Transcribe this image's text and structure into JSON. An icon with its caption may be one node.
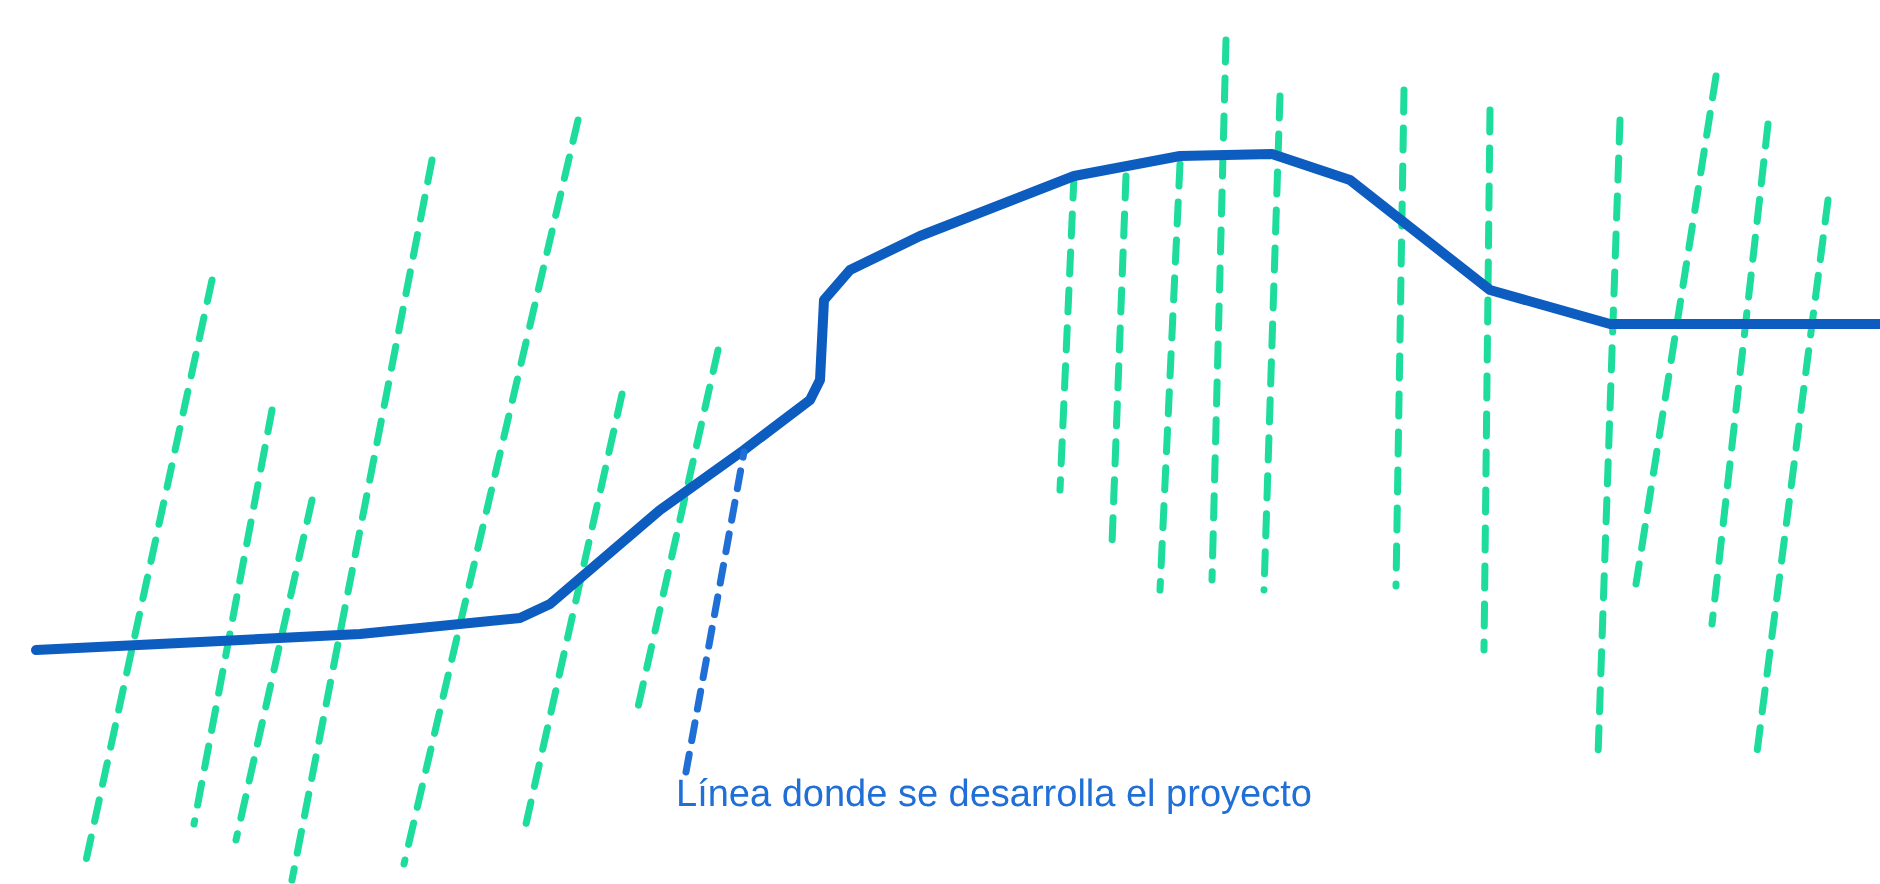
{
  "diagram": {
    "nodes": [
      {
        "text": [
          "Línea donde se desarrolla el proyecto"
        ]
      },
      {
        "text": [],
        "shape": "line"
      }
    ],
    "edges": [
      {
        "from": 0,
        "to": 1,
        "arrow": "none",
        "style": "dashed"
      }
    ]
  }
}
